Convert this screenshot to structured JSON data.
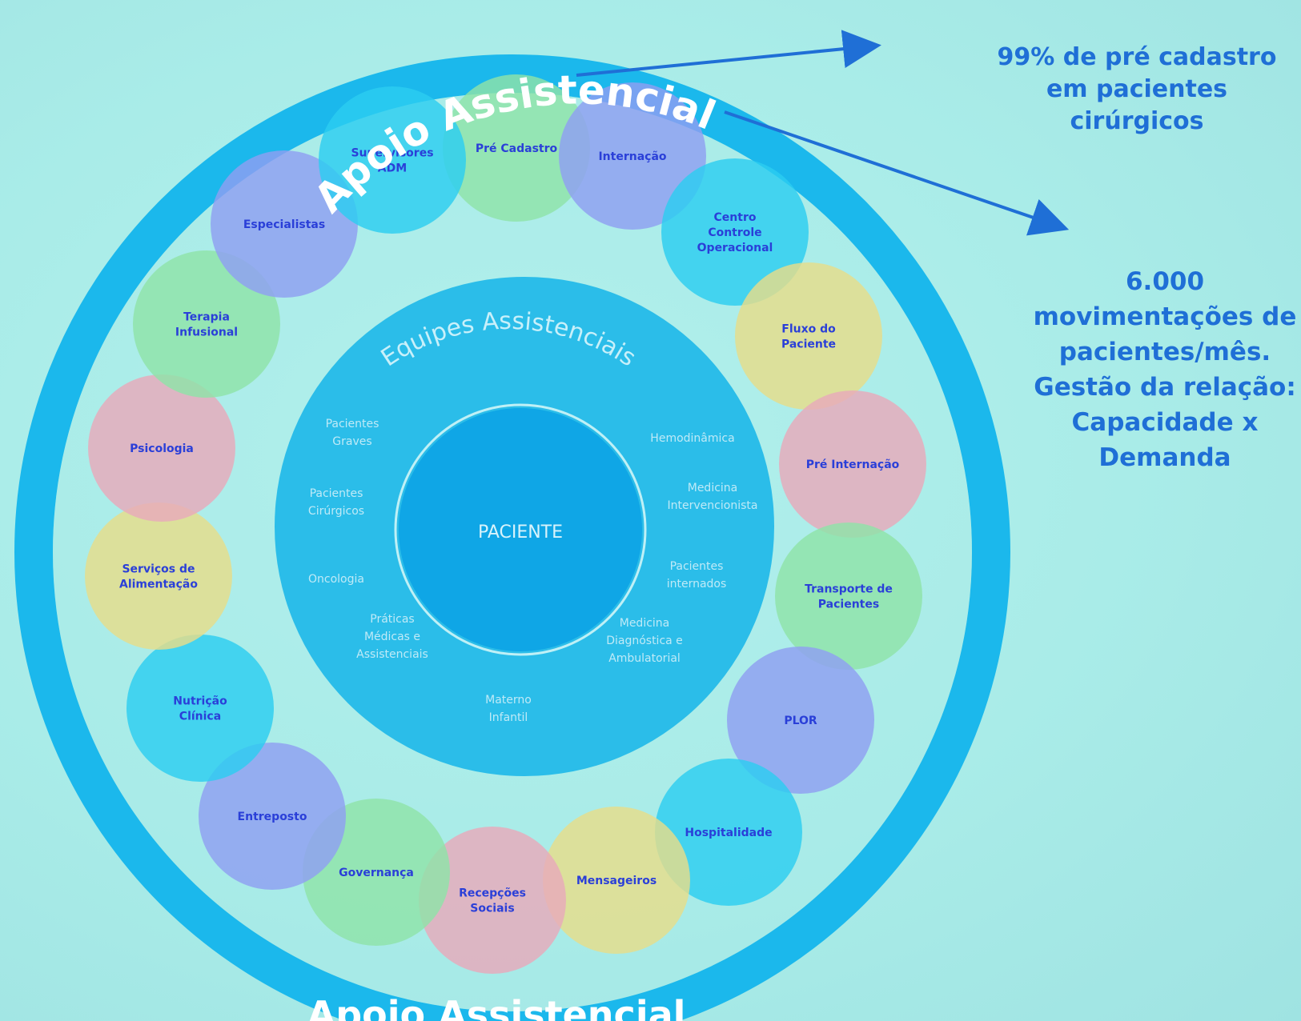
{
  "diagram": {
    "outer_ring_label_top": "Apoio Assistencial",
    "outer_ring_label_bottom": "Apoio Assistencial",
    "inner_ring_label": "Equipes Assistenciais",
    "center_label": "PACIENTE",
    "support_circles": [
      {
        "id": "pre-cadastro",
        "label": [
          "Pré Cadastro"
        ],
        "color": "#8fe3a8"
      },
      {
        "id": "internacao",
        "label": [
          "Internação"
        ],
        "color": "#8f9ff2"
      },
      {
        "id": "centro-controle",
        "label": [
          "Centro",
          "Controle",
          "Operacional"
        ],
        "color": "#2ccdf0"
      },
      {
        "id": "fluxo-paciente",
        "label": [
          "Fluxo do",
          "Paciente"
        ],
        "color": "#e7dd8a"
      },
      {
        "id": "pre-internacao",
        "label": [
          "Pré Internação"
        ],
        "color": "#e8a9bb"
      },
      {
        "id": "transporte",
        "label": [
          "Transporte de",
          "Pacientes"
        ],
        "color": "#8fe3a8"
      },
      {
        "id": "plor",
        "label": [
          "PLOR"
        ],
        "color": "#8f9ff2"
      },
      {
        "id": "hospitalidade",
        "label": [
          "Hospitalidade"
        ],
        "color": "#2ccdf0"
      },
      {
        "id": "mensageiros",
        "label": [
          "Mensageiros"
        ],
        "color": "#e7dd8a"
      },
      {
        "id": "recepcoes",
        "label": [
          "Recepções",
          "Sociais"
        ],
        "color": "#e8a9bb"
      },
      {
        "id": "governanca",
        "label": [
          "Governança"
        ],
        "color": "#8fe3a8"
      },
      {
        "id": "entreposto",
        "label": [
          "Entreposto"
        ],
        "color": "#8f9ff2"
      },
      {
        "id": "nutricao",
        "label": [
          "Nutrição",
          "Clínica"
        ],
        "color": "#2ccdf0"
      },
      {
        "id": "alimentacao",
        "label": [
          "Serviços de",
          "Alimentação"
        ],
        "color": "#e7dd8a"
      },
      {
        "id": "psicologia",
        "label": [
          "Psicologia"
        ],
        "color": "#e8a9bb"
      },
      {
        "id": "terapia",
        "label": [
          "Terapia",
          "Infusional"
        ],
        "color": "#8fe3a8"
      },
      {
        "id": "especialistas",
        "label": [
          "Especialistas"
        ],
        "color": "#8f9ff2"
      },
      {
        "id": "supervisores",
        "label": [
          "Supervisores",
          "ADM"
        ],
        "color": "#2ccdf0"
      }
    ],
    "care_teams": [
      {
        "id": "hemodinamica",
        "label": [
          "Hemodinâmica"
        ]
      },
      {
        "id": "medicina-interv",
        "label": [
          "Medicina",
          "Intervencionista"
        ]
      },
      {
        "id": "pacientes-internados",
        "label": [
          "Pacientes",
          "internados"
        ]
      },
      {
        "id": "medicina-diag",
        "label": [
          "Medicina",
          "Diagnóstica e",
          "Ambulatorial"
        ]
      },
      {
        "id": "materno",
        "label": [
          "Materno",
          "Infantil"
        ]
      },
      {
        "id": "praticas",
        "label": [
          "Práticas",
          "Médicas e",
          "Assistenciais"
        ]
      },
      {
        "id": "oncologia",
        "label": [
          "Oncologia"
        ]
      },
      {
        "id": "pacientes-cirurgicos",
        "label": [
          "Pacientes",
          "Cirúrgicos"
        ]
      },
      {
        "id": "pacientes-graves",
        "label": [
          "Pacientes",
          "Graves"
        ]
      }
    ],
    "colors": {
      "outer_ring": "#1bb8ec",
      "inner_disc": "#2bbde9",
      "center": "#0fa6e6",
      "support_text": "#2a3fd8",
      "care_text": "#bfeaf7",
      "arrow": "#1f6fd6"
    }
  },
  "callouts": [
    {
      "id": "pre-cadastro-stat",
      "lines": [
        "99% de pré cadastro",
        "em pacientes",
        "cirúrgicos"
      ]
    },
    {
      "id": "movimentacoes-stat",
      "lines": [
        "6.000",
        "movimentações de",
        "pacientes/mês.",
        "Gestão da relação:",
        "Capacidade x",
        "Demanda"
      ]
    }
  ]
}
